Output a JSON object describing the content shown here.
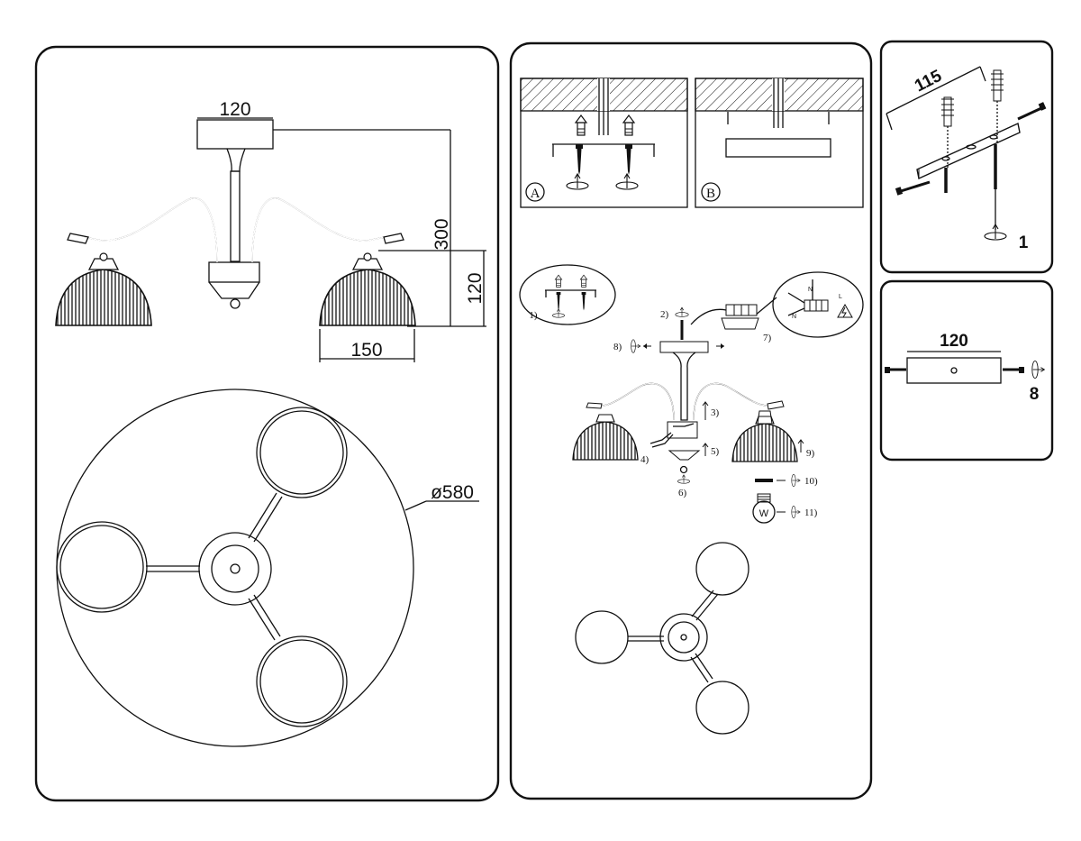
{
  "panel_dimensions": {
    "canopy_width": "120",
    "overall_height": "300",
    "shade_height": "120",
    "shade_width": "150",
    "diameter": "ø580"
  },
  "panel_ceiling": {
    "option_a": "A",
    "option_b": "B"
  },
  "panel_assembly": {
    "steps": [
      "1)",
      "2)",
      "3)",
      "4)",
      "5)",
      "6)",
      "7)",
      "8)",
      "9)",
      "10)",
      "11)"
    ],
    "wiring_labels": {
      "live": "L",
      "neutral": "N",
      "earth": "N"
    }
  },
  "panel_bracket": {
    "spacing": "115",
    "step": "1"
  },
  "panel_canopy": {
    "width": "120",
    "step": "8"
  },
  "bulb_symbol": "W"
}
